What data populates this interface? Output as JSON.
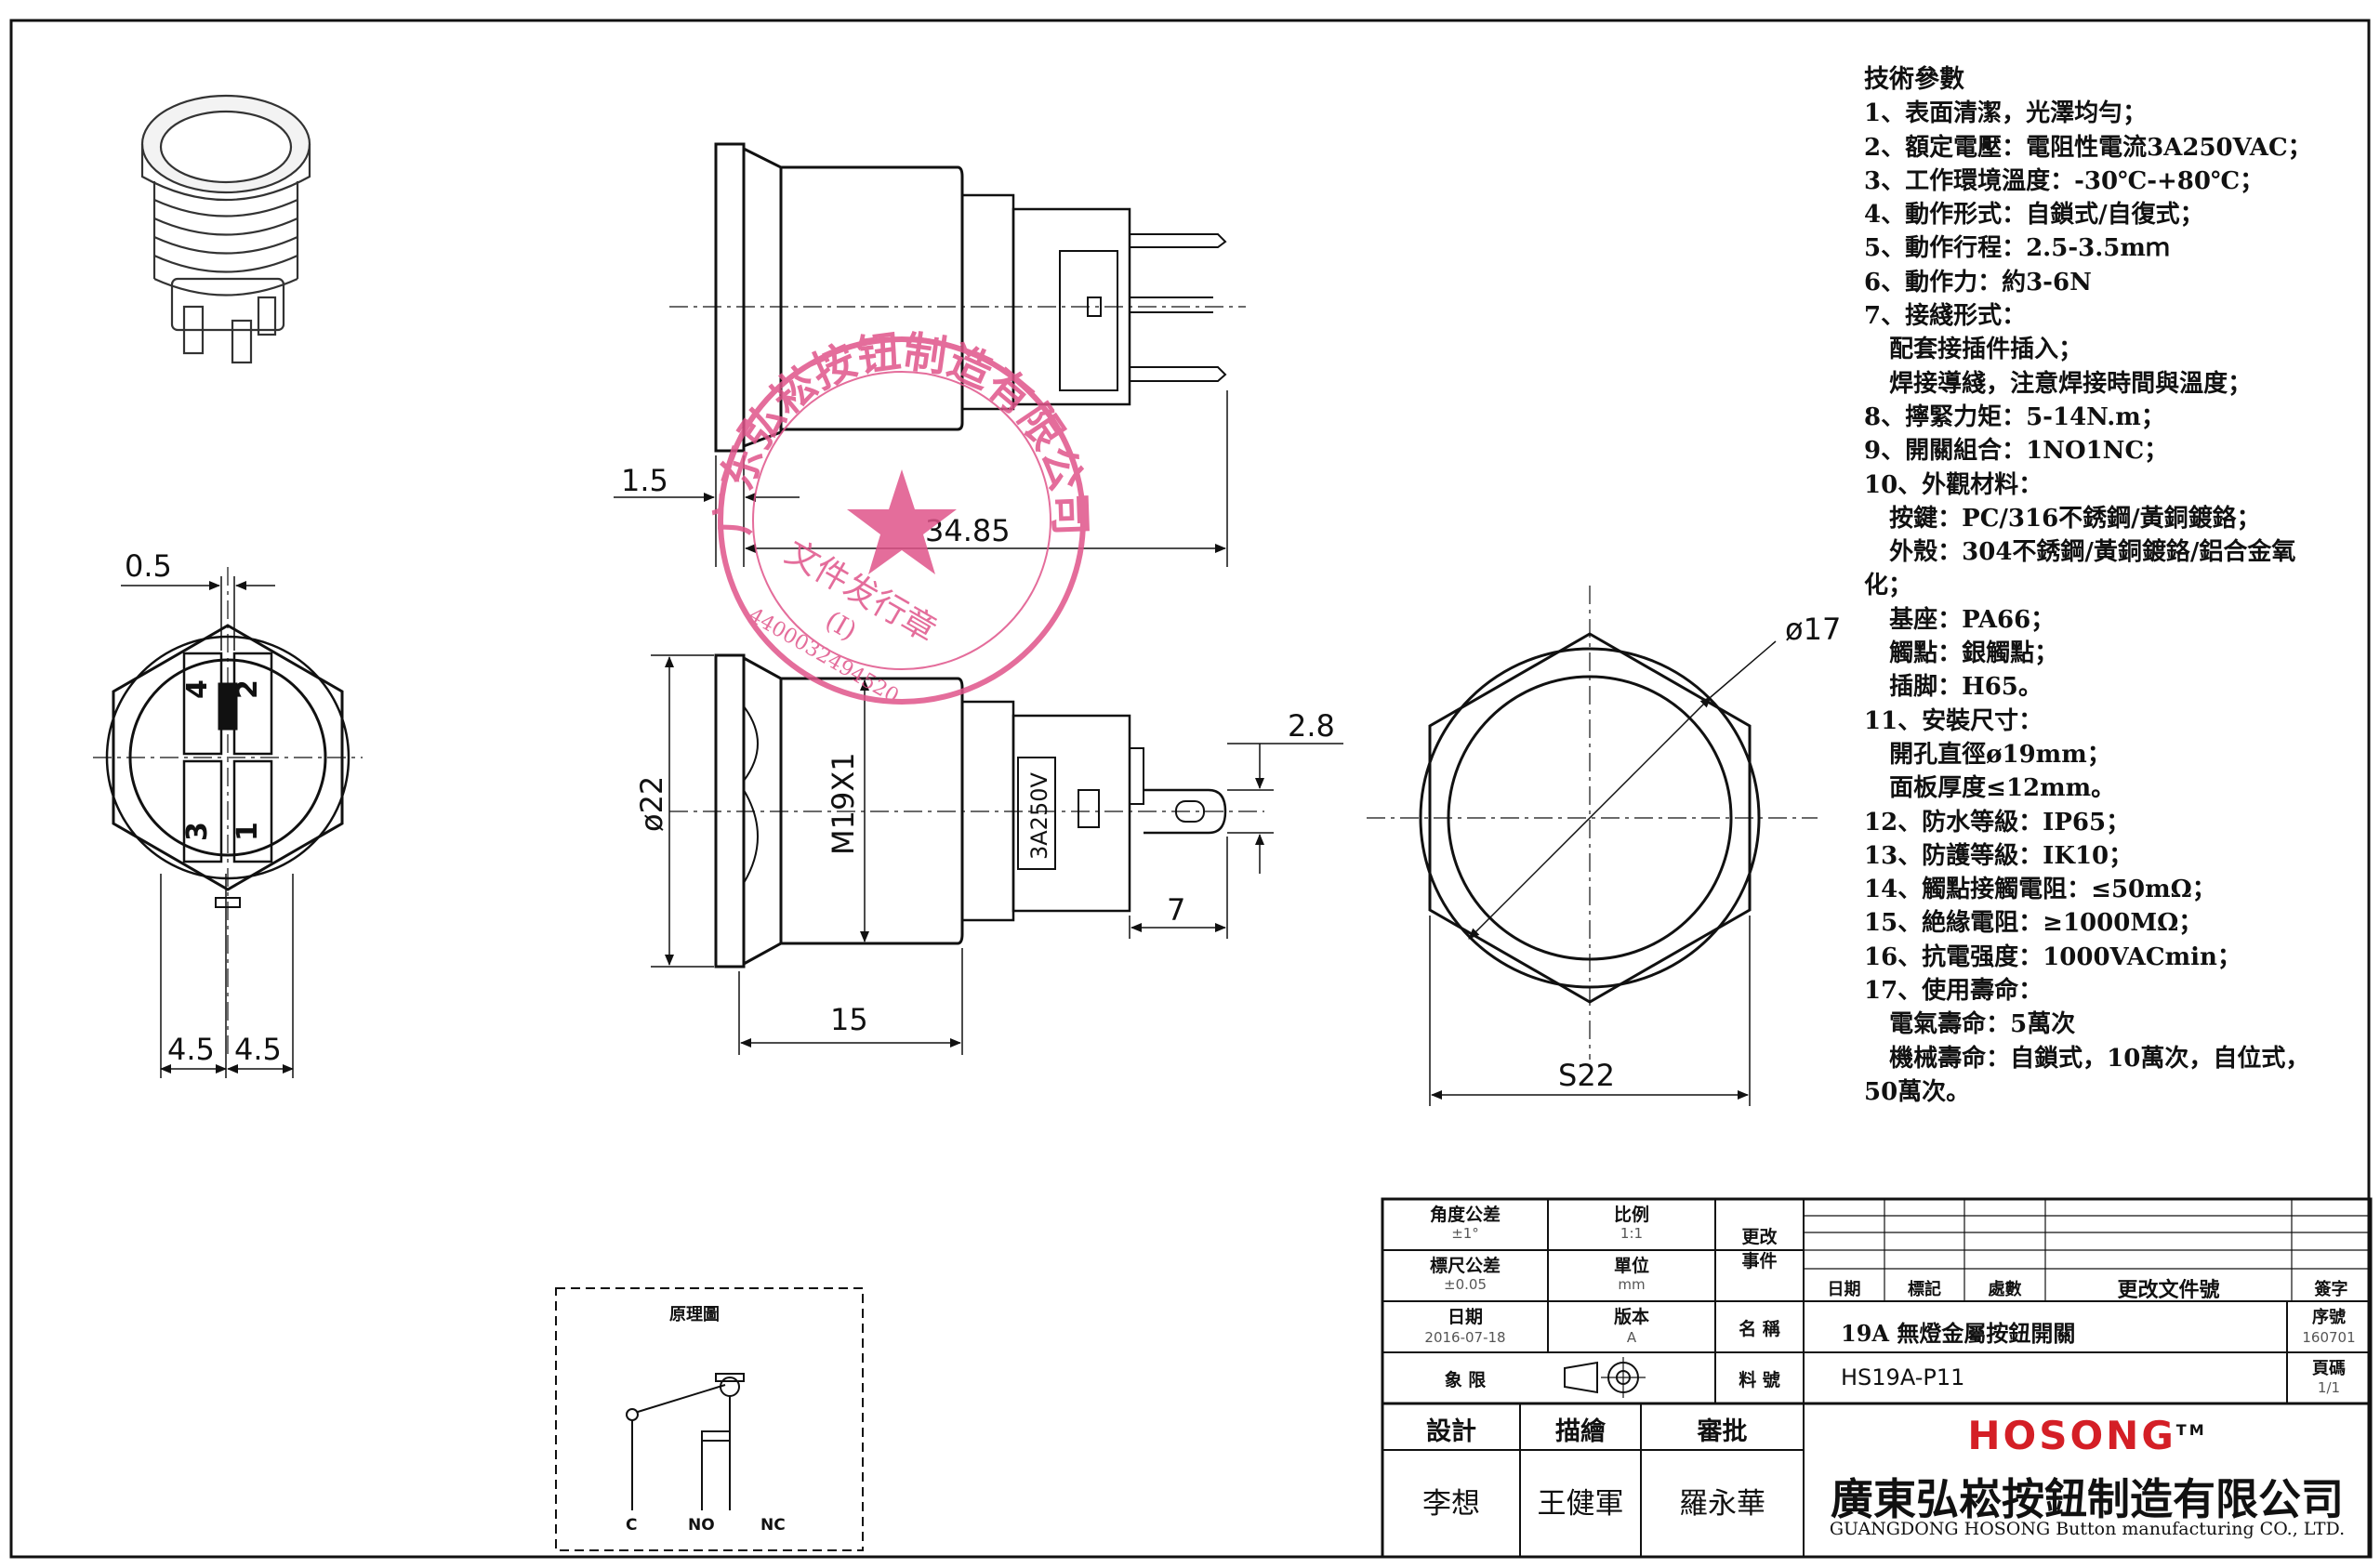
{
  "colors": {
    "ink": "#1a1a1a",
    "stamp": "#e0548a",
    "brand_red": "#d41f26"
  },
  "dimensions": {
    "d1_5": "1.5",
    "d34_85": "34.85",
    "d0_5": "0.5",
    "d4_5a": "4.5",
    "d4_5b": "4.5",
    "d22_dia": "ø22",
    "m19x1": "M19X1",
    "d15": "15",
    "d2_8": "2.8",
    "d7": "7",
    "d17_dia": "ø17",
    "s22": "S22",
    "voltage_label": "3A250V",
    "pin4": "4",
    "pin2": "2",
    "pin3": "3",
    "pin1": "1"
  },
  "stamp": {
    "arc_text": "广东弘崧按钮制造有限公司",
    "sub_text": "文件发行章",
    "mark": "(I)",
    "number": "4400032494520"
  },
  "specs": {
    "title": "技術參數",
    "lines": [
      "1、表面清潔，光澤均勻；",
      "2、額定電壓：電阻性電流3A250VAC；",
      "3、工作環境溫度：-30℃-+80℃；",
      "4、動作形式：自鎖式/自復式；",
      "5、動作行程：2.5-3.5mｍ",
      "6、動作力：約3-6N",
      "7、接綫形式：",
      "   配套接插件插入；",
      "   焊接導綫，注意焊接時間與溫度；",
      "8、擰緊力矩：5-14N.m；",
      "9、開關組合：1NO1NC；",
      "10、外觀材料：",
      "   按鍵：PC/316不銹鋼/黃銅鍍鉻；",
      "   外殼：304不銹鋼/黃銅鍍鉻/鋁合金氧",
      "化；",
      "   基座：PA66；",
      "   觸點：銀觸點；",
      "   插脚：H65。",
      "11、安裝尺寸：",
      "   開孔直徑ø19mm；",
      "   面板厚度≤12mm。",
      "12、防水等級：IP65；",
      "13、防護等級：IK10；",
      "14、觸點接觸電阻：≤50mΩ；",
      "15、絶緣電阻：≥1000MΩ；",
      "16、抗電强度：1000VACmin；",
      "17、使用壽命：",
      "   電氣壽命：5萬次",
      "   機械壽命：自鎖式，10萬次，自位式，",
      "50萬次。"
    ]
  },
  "schematic": {
    "title": "原理圖",
    "label_c": "C",
    "label_no": "NO",
    "label_nc": "NC"
  },
  "title_block": {
    "angle_tol_label": "角度公差",
    "angle_tol_value": "±1°",
    "scale_label": "比例",
    "scale_value": "1:1",
    "change_event_label": "更改\n事件",
    "size_tol_label": "標尺公差",
    "size_tol_value": "±0.05",
    "unit_label": "單位",
    "unit_value": "mm",
    "date_label": "日期",
    "date_value": "2016-07-18",
    "version_label": "版本",
    "version_value": "A",
    "name_label": "名 稱",
    "name_value": "19A 無燈金屬按鈕開關",
    "projection_label": "象 限",
    "part_no_label": "料 號",
    "part_no_value": "HS19A-P11",
    "rev_date": "日期",
    "rev_mark": "標記",
    "rev_qty": "處數",
    "rev_doc": "更改文件號",
    "rev_sign": "簽字",
    "serial_label": "序號",
    "serial_value": "160701",
    "page_label": "頁碼",
    "page_value": "1/1",
    "design_label": "設計",
    "draw_label": "描繪",
    "review_label": "審批",
    "designer": "李想",
    "drafter": "王健軍",
    "reviewer": "羅永華",
    "brand": "HOSONG",
    "tm": "TM",
    "company_cn": "廣東弘崧按鈕制造有限公司",
    "company_en": "GUANGDONG HOSONG Button manufacturing CO., LTD."
  }
}
